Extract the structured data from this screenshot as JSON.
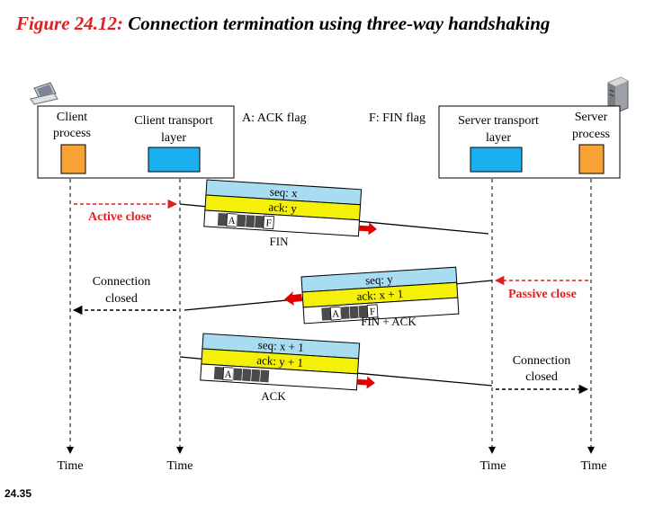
{
  "title": {
    "figure": "Figure 24.12:",
    "text": " Connection termination using three-way handshaking"
  },
  "client_box": {
    "process": [
      "Client",
      "process"
    ],
    "transport": [
      "Client transport",
      "layer"
    ]
  },
  "server_box": {
    "transport": [
      "Server transport",
      "layer"
    ],
    "process": [
      "Server",
      "process"
    ]
  },
  "flags": {
    "ack": "A: ACK flag",
    "fin": "F: FIN flag"
  },
  "segments": [
    {
      "seq": "seq: x",
      "ack": "ack: y",
      "caption": "FIN",
      "flag_a": "A",
      "flag_f": "F"
    },
    {
      "seq": "seq: y",
      "ack": "ack: x + 1",
      "caption": "FIN + ACK",
      "flag_a": "A",
      "flag_f": "F"
    },
    {
      "seq": "seq: x + 1",
      "ack": "ack: y + 1",
      "caption": "ACK",
      "flag_a": "A"
    }
  ],
  "events": {
    "active_close": "Active close",
    "passive_close": "Passive close",
    "client_closed": [
      "Connection",
      "closed"
    ],
    "server_closed": [
      "Connection",
      "closed"
    ]
  },
  "time_labels": [
    "Time",
    "Time",
    "Time",
    "Time"
  ],
  "slide_number": "24.35",
  "colors": {
    "figure_red": "#e21d1d",
    "process_orange": "#f7a233",
    "transport_blue": "#1ab0ef",
    "seq_blue": "#a8dcf0",
    "ack_yellow": "#f4f00a",
    "flag_dark": "#4a4a4a",
    "arrow_red": "#e00000"
  },
  "icons": [
    "laptop-icon",
    "server-tower-icon"
  ]
}
